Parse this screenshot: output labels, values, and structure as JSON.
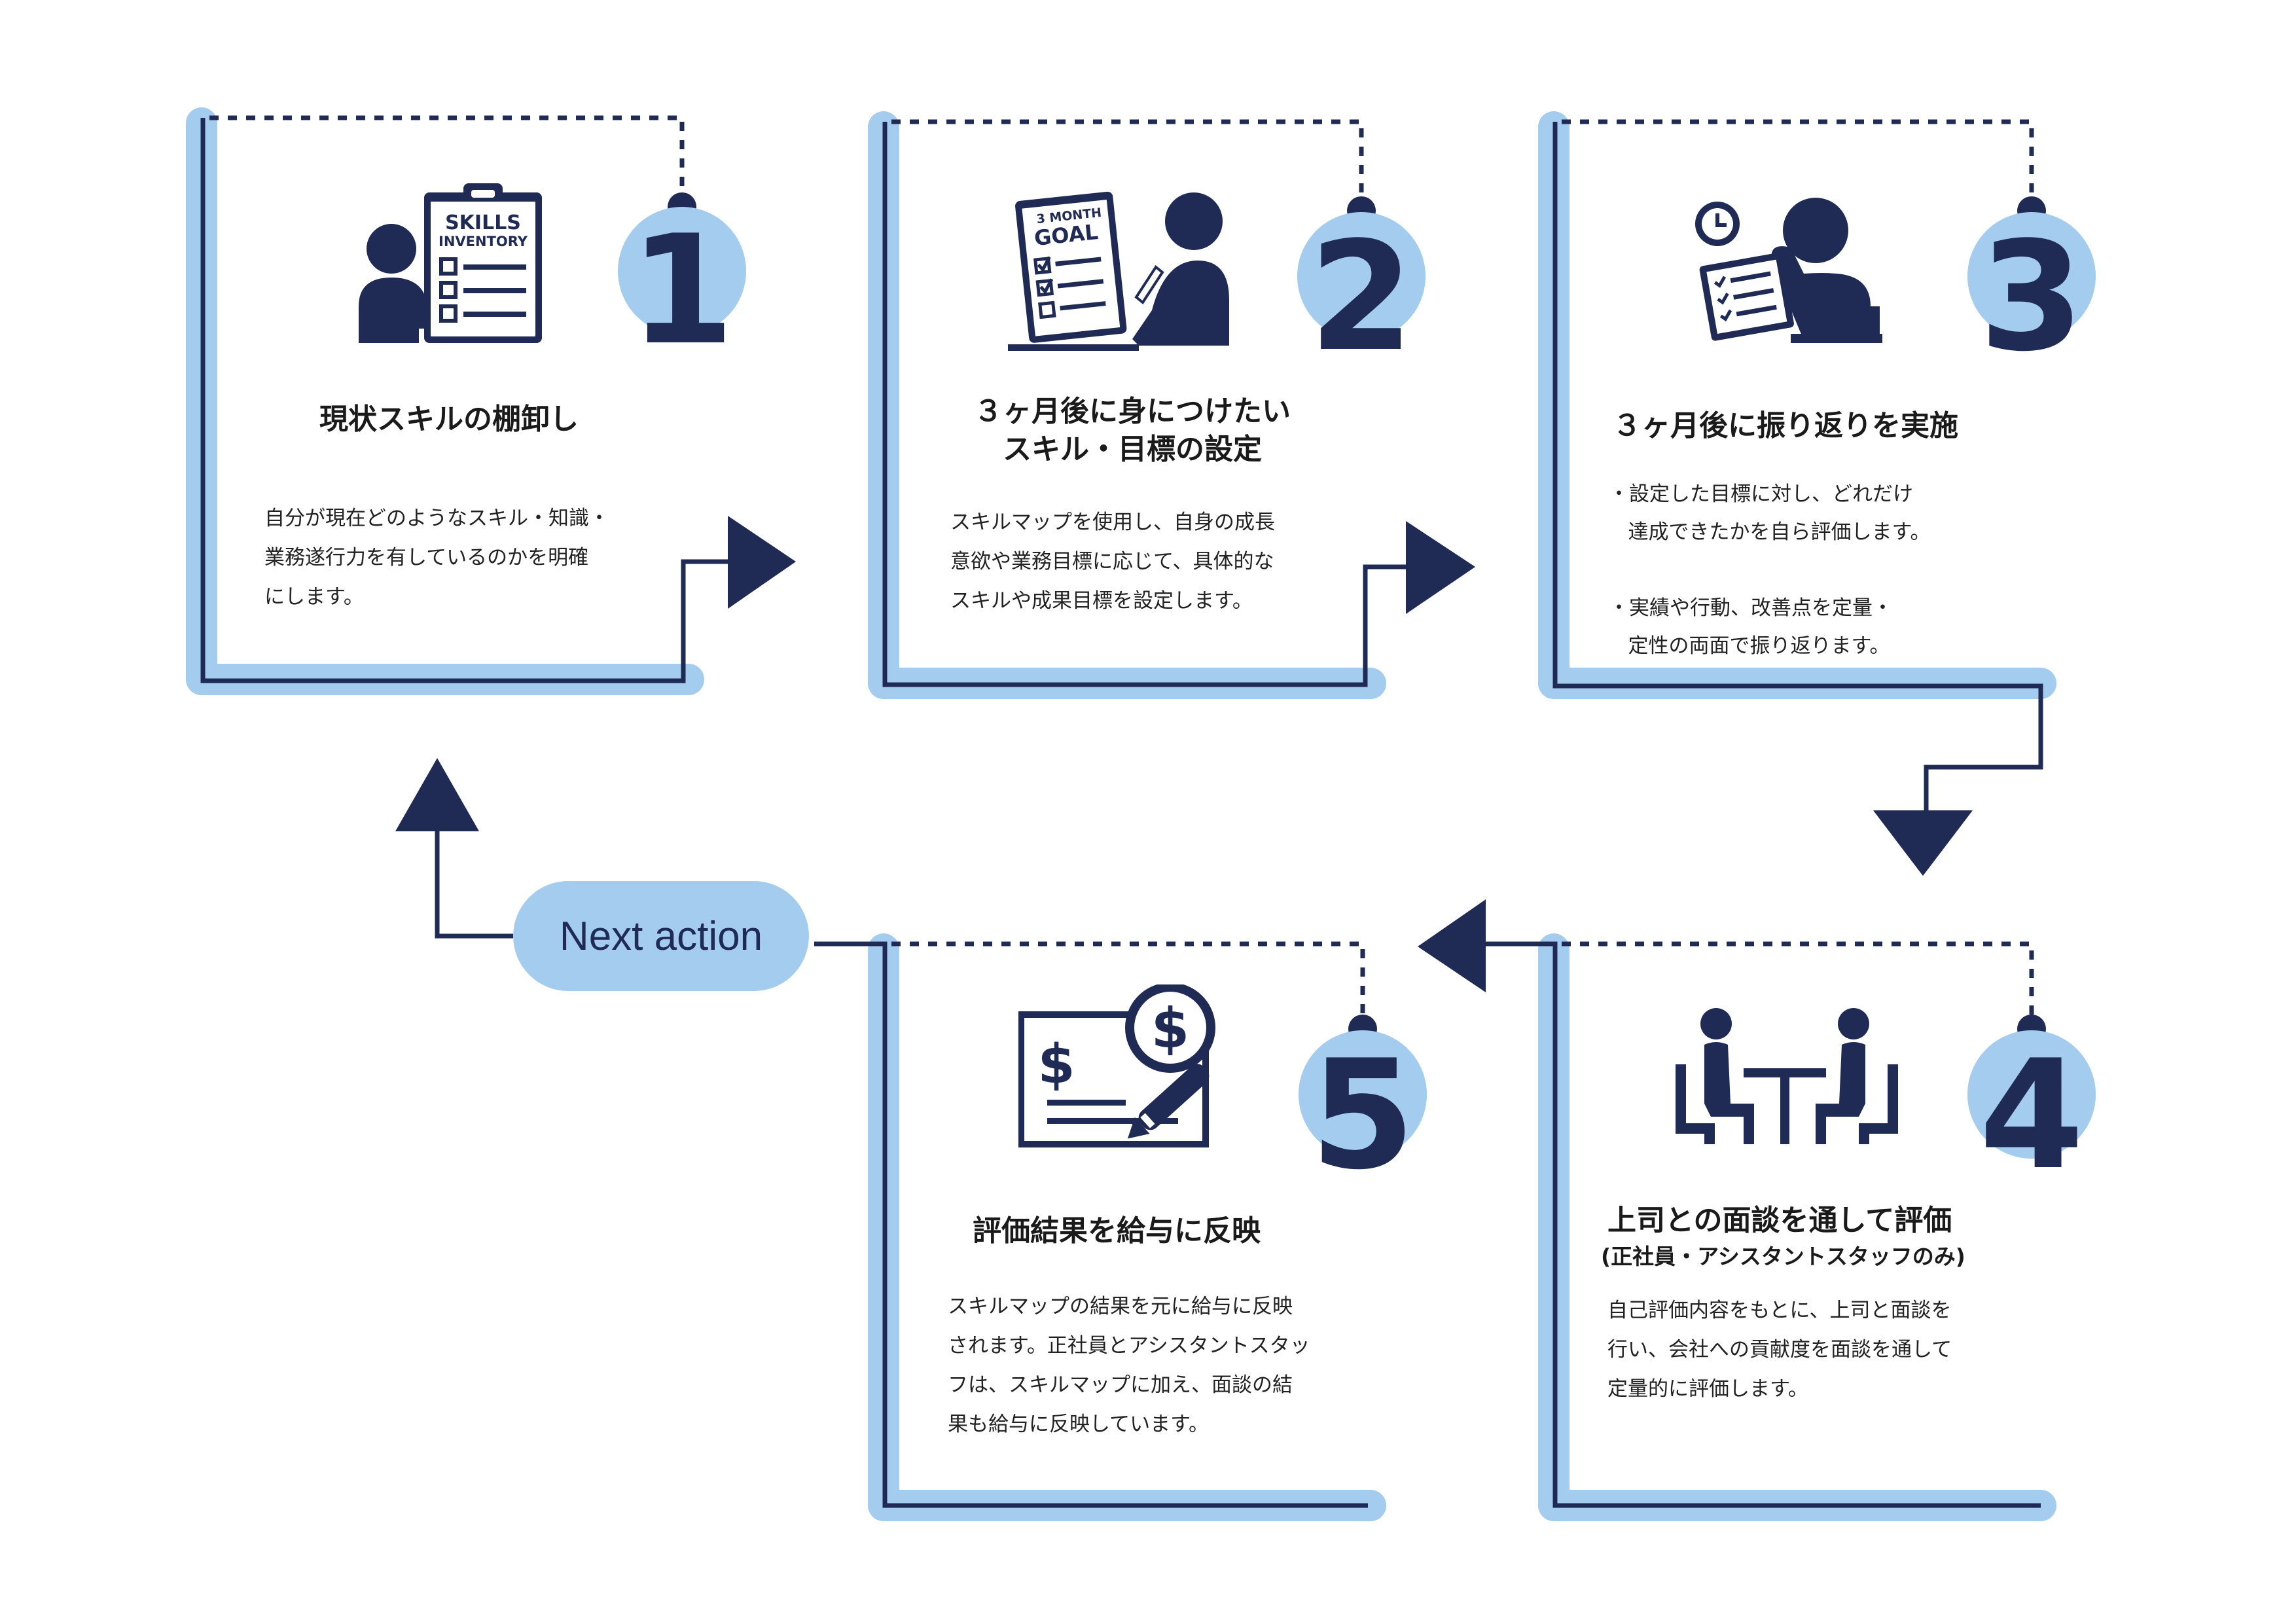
{
  "steps": [
    {
      "number": "1",
      "icon": "skills-inventory-icon",
      "icon_text": [
        "SKILLS",
        "INVENTORY"
      ],
      "title": "現状スキルの棚卸し",
      "description": "自分が現在どのようなスキル・知識・\n業務遂行力を有しているのかを明確\nにします。"
    },
    {
      "number": "2",
      "icon": "month-goal-icon",
      "icon_text": [
        "3 MONTH",
        "GOAL"
      ],
      "title": "３ヶ月後に身につけたい\nスキル・目標の設定",
      "description": "スキルマップを使用し、自身の成長\n意欲や業務目標に応じて、具体的な\nスキルや成果目標を設定します。"
    },
    {
      "number": "3",
      "icon": "review-icon",
      "title": "３ヶ月後に振り返りを実施",
      "description": "・設定した目標に対し、どれだけ\n   達成できたかを自ら評価します。\n\n・実績や行動、改善点を定量・\n   定性の両面で振り返ります。"
    },
    {
      "number": "4",
      "icon": "interview-icon",
      "title": "上司との面談を通して評価",
      "subtitle": "(正社員・アシスタントスタッフのみ)",
      "description": "自己評価内容をもとに、上司と面談を\n行い、会社への貢献度を面談を通して\n定量的に評価します。"
    },
    {
      "number": "5",
      "icon": "salary-check-icon",
      "title": "評価結果を給与に反映",
      "description": "スキルマップの結果を元に給与に反映\nされます。正社員とアシスタントスタッ\nフは、スキルマップに加え、面談の結\n果も給与に反映しています。"
    }
  ],
  "next_action": "Next action",
  "colors": {
    "navy": "#1f2a55",
    "light_blue": "#a3ccee"
  }
}
